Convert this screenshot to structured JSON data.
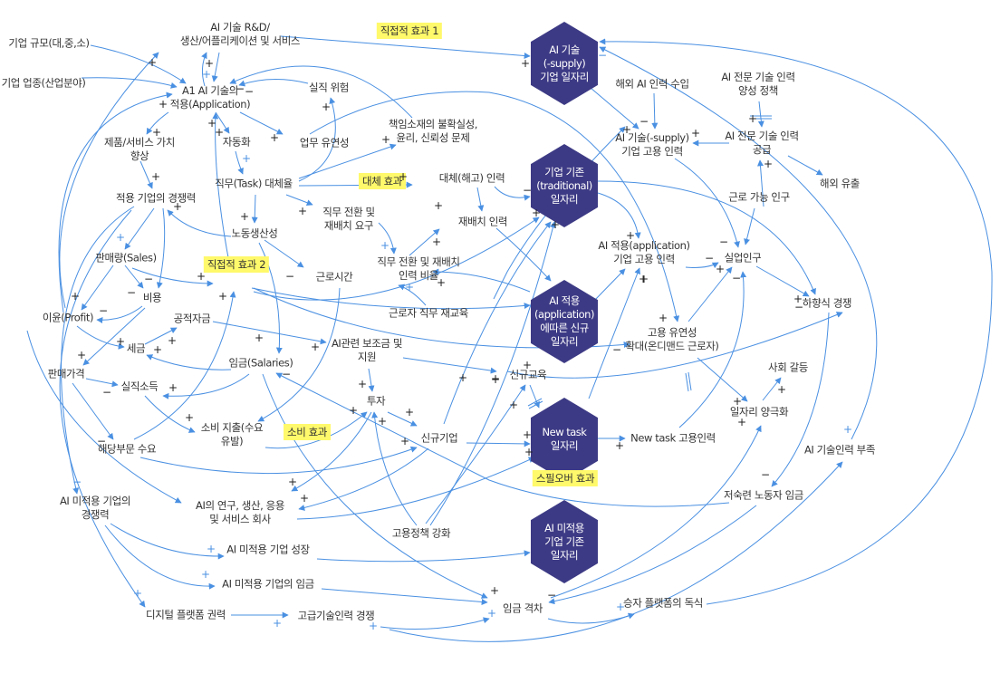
{
  "colors": {
    "link": "#4a90e2",
    "hexagon": "#3d3a85",
    "highlight": "#fff96b"
  },
  "signs": {
    "plus": "+",
    "minus": "−"
  },
  "highlights": [
    {
      "id": "direct1",
      "label": "직접적 효과 1"
    },
    {
      "id": "substitution",
      "label": "대체 효과"
    },
    {
      "id": "direct2",
      "label": "직접적 효과 2"
    },
    {
      "id": "consumption",
      "label": "소비 효과"
    },
    {
      "id": "spillover",
      "label": "스필오버 효과"
    }
  ],
  "hexagons": [
    {
      "id": "hex_supply",
      "lines": [
        "AI 기술",
        "(-supply)",
        "기업 일자리"
      ]
    },
    {
      "id": "hex_traditional",
      "lines": [
        "기업 기존",
        "(traditional)",
        "일자리"
      ]
    },
    {
      "id": "hex_application",
      "lines": [
        "AI 적용",
        "(application)",
        "에따른 신규",
        "일자리"
      ]
    },
    {
      "id": "hex_newtask",
      "lines": [
        "New task",
        "일자리"
      ]
    },
    {
      "id": "hex_nonadopt",
      "lines": [
        "AI 미적용",
        "기업 기존",
        "일자리"
      ]
    }
  ],
  "nodes": [
    {
      "id": "firm_size",
      "lines": [
        "기업 규모(대,중,소)"
      ]
    },
    {
      "id": "industry",
      "lines": [
        "기업 업종(산업분야)"
      ]
    },
    {
      "id": "rnd",
      "lines": [
        "AI 기술 R&D/",
        "생산/어플리케이션 및 서비스"
      ]
    },
    {
      "id": "application",
      "lines": [
        "A1 AI 기술의",
        "적용(Application)"
      ]
    },
    {
      "id": "job_loss_risk",
      "lines": [
        "실직 위험"
      ]
    },
    {
      "id": "value_up",
      "lines": [
        "제품/서비스 가치",
        "향상"
      ]
    },
    {
      "id": "automation",
      "lines": [
        "자동화"
      ]
    },
    {
      "id": "flexibility",
      "lines": [
        "업무 유연성"
      ]
    },
    {
      "id": "ethics",
      "lines": [
        "책임소재의 불확실성,",
        "윤리, 신뢰성 문제"
      ]
    },
    {
      "id": "task_sub",
      "lines": [
        "직무(Task) 대체율"
      ]
    },
    {
      "id": "displaced",
      "lines": [
        "대체(해고) 인력"
      ]
    },
    {
      "id": "competitiveness",
      "lines": [
        "적용 기업의 경쟁력"
      ]
    },
    {
      "id": "reassign_need",
      "lines": [
        "직무 전환 및",
        "재배치 요구"
      ]
    },
    {
      "id": "reassigned",
      "lines": [
        "재배치 인력"
      ]
    },
    {
      "id": "productivity",
      "lines": [
        "노동생산성"
      ]
    },
    {
      "id": "sales",
      "lines": [
        "판매량(Sales)"
      ]
    },
    {
      "id": "work_hours",
      "lines": [
        "근로시간"
      ]
    },
    {
      "id": "reassign_ratio",
      "lines": [
        "직무 전환 및 재배치",
        "인력 비율"
      ]
    },
    {
      "id": "cost",
      "lines": [
        "비용"
      ]
    },
    {
      "id": "profit",
      "lines": [
        "이윤(Profit)"
      ]
    },
    {
      "id": "public_fund",
      "lines": [
        "공적자금"
      ]
    },
    {
      "id": "retraining",
      "lines": [
        "근로자 직무 재교육"
      ]
    },
    {
      "id": "tax",
      "lines": [
        "세금"
      ]
    },
    {
      "id": "salaries",
      "lines": [
        "임금(Salaries)"
      ]
    },
    {
      "id": "subsidy",
      "lines": [
        "AI관련 보조금 및",
        "지원"
      ]
    },
    {
      "id": "price",
      "lines": [
        "판매가격"
      ]
    },
    {
      "id": "unemp_income",
      "lines": [
        "실직소득"
      ]
    },
    {
      "id": "investment",
      "lines": [
        "투자"
      ]
    },
    {
      "id": "consumption_spend",
      "lines": [
        "소비 지출(수요",
        "유발)"
      ]
    },
    {
      "id": "new_firms",
      "lines": [
        "신규기업"
      ]
    },
    {
      "id": "sector_demand",
      "lines": [
        "해당부문 수요"
      ]
    },
    {
      "id": "nonadopt_comp",
      "lines": [
        "AI 미적용 기업의",
        "경쟁력"
      ]
    },
    {
      "id": "ai_companies",
      "lines": [
        "AI의 연구, 생산, 응용",
        "및 서비스 회사"
      ]
    },
    {
      "id": "employment_policy",
      "lines": [
        "고용정책 강화"
      ]
    },
    {
      "id": "nonadopt_growth",
      "lines": [
        "AI 미적용 기업 성장"
      ]
    },
    {
      "id": "nonadopt_wage",
      "lines": [
        "AI 미적용 기업의 임금"
      ]
    },
    {
      "id": "platform_power",
      "lines": [
        "디지털 플랫폼 권력"
      ]
    },
    {
      "id": "talent_competition",
      "lines": [
        "고급기술인력 경쟁"
      ]
    },
    {
      "id": "wage_gap",
      "lines": [
        "임금 격차"
      ]
    },
    {
      "id": "winner_platform",
      "lines": [
        "승자 플랫폼의 독식"
      ]
    },
    {
      "id": "foreign_import",
      "lines": [
        "해외 AI 인력 수입"
      ]
    },
    {
      "id": "supply_employment",
      "lines": [
        "AI 기술(-supply)",
        "기업 고용 인력"
      ]
    },
    {
      "id": "training_policy",
      "lines": [
        "AI 전문 기술 인력",
        "양성 정책"
      ]
    },
    {
      "id": "expert_supply",
      "lines": [
        "AI 전문 기술 인력",
        "공급"
      ]
    },
    {
      "id": "brain_drain",
      "lines": [
        "해외 유출"
      ]
    },
    {
      "id": "working_pop",
      "lines": [
        "근로 가능 인구"
      ]
    },
    {
      "id": "app_employment",
      "lines": [
        "AI 적용(application)",
        "기업 고용 인력"
      ]
    },
    {
      "id": "unemployed",
      "lines": [
        "실업인구"
      ]
    },
    {
      "id": "race_bottom",
      "lines": [
        "하향식 경쟁"
      ]
    },
    {
      "id": "emp_flex",
      "lines": [
        "고용 유연성",
        "확대(온디맨드 근로자)"
      ]
    },
    {
      "id": "new_education",
      "lines": [
        "신규교육"
      ]
    },
    {
      "id": "social_conflict",
      "lines": [
        "사회 갈등"
      ]
    },
    {
      "id": "polarization",
      "lines": [
        "일자리 양극화"
      ]
    },
    {
      "id": "newtask_employment",
      "lines": [
        "New task 고용인력"
      ]
    },
    {
      "id": "talent_shortage",
      "lines": [
        "AI 기술인력 부족"
      ]
    },
    {
      "id": "lowskill_wage",
      "lines": [
        "저숙련 노동자 임금"
      ]
    }
  ]
}
